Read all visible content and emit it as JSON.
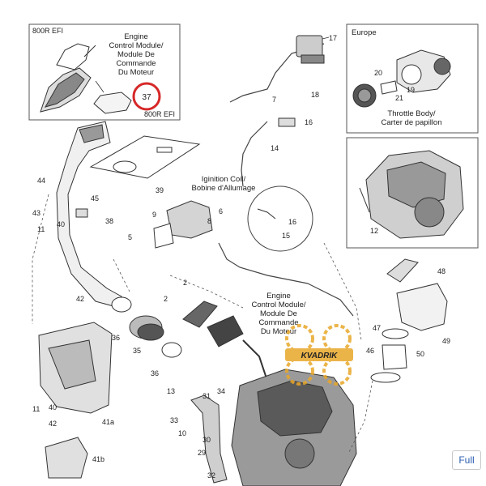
{
  "inset_800r": {
    "variant_label": "800R EFI",
    "module_label": [
      "Engine",
      "Control Module/",
      "Module De",
      "Commande",
      "Du Moteur"
    ],
    "bottom_label": "800R EFI",
    "circled_part": "37"
  },
  "inset_europe": {
    "title": "Europe",
    "caption": [
      "Throttle Body/",
      "Carter de papillon"
    ],
    "parts": [
      "20",
      "19",
      "21"
    ]
  },
  "inset_engine": {
    "part": "12"
  },
  "ignition_coil_label": [
    "Iginition Coil/",
    "Bobine d'Allumage"
  ],
  "main_module_label": [
    "Engine",
    "Control Module/",
    "Module De",
    "Commande",
    "Du Moteur"
  ],
  "watermark": "KVADRIK",
  "parts": [
    "17",
    "18",
    "7",
    "16",
    "14",
    "16",
    "15",
    "39",
    "44",
    "45",
    "43",
    "40",
    "11",
    "38",
    "9",
    "6",
    "8",
    "5",
    "42",
    "2",
    "2",
    "36",
    "35",
    "36",
    "48",
    "47",
    "50",
    "49",
    "46",
    "41a",
    "40",
    "11",
    "42",
    "13",
    "31",
    "34",
    "33",
    "10",
    "30",
    "29",
    "32",
    "41b"
  ],
  "highlight_color": "#d62828",
  "full_button_label": "Full"
}
